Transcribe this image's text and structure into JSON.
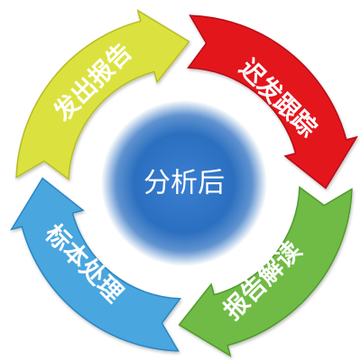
{
  "center": {
    "label": "分析后",
    "color": "#2b6fc0"
  },
  "cycle": {
    "segments": [
      {
        "key": "report-out",
        "label": "发出报告",
        "color": "#dbe23f",
        "dark": "#b8bd22"
      },
      {
        "key": "follow-up",
        "label": "迟发跟踪",
        "color": "#e3161f",
        "dark": "#b50c13"
      },
      {
        "key": "interpret",
        "label": "报告解读",
        "color": "#6fbb45",
        "dark": "#4f9a2a"
      },
      {
        "key": "handle",
        "label": "标本处理",
        "color": "#4aa6df",
        "dark": "#2a86c2"
      }
    ]
  }
}
